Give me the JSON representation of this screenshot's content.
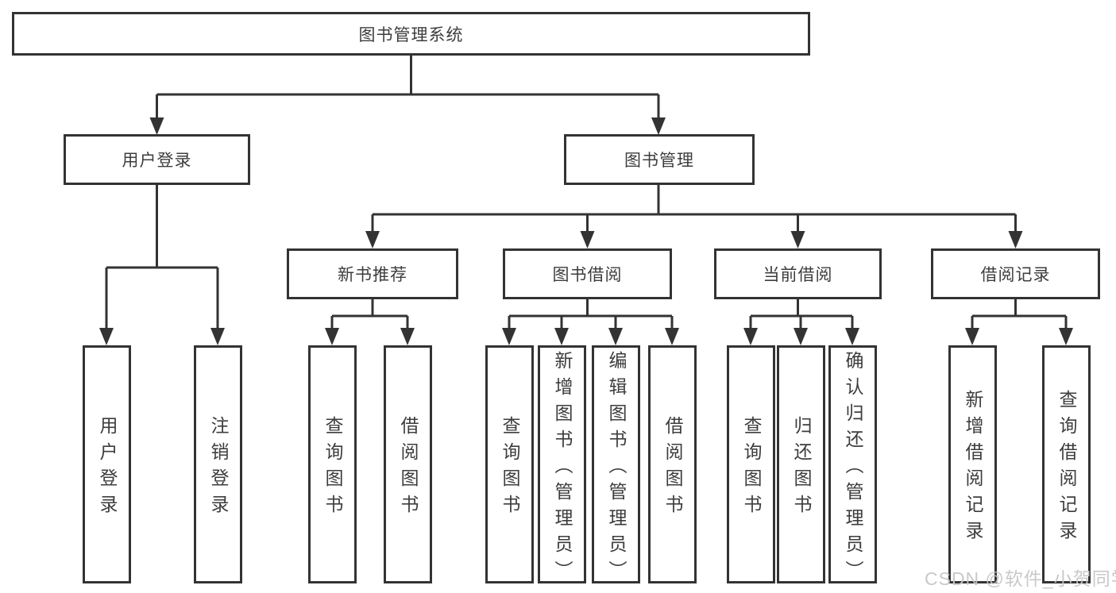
{
  "diagram": {
    "type": "hierarchy-tree",
    "tree": {
      "root": {
        "label": "图书管理系统",
        "children": [
          {
            "label": "用户登录",
            "children": [
              {
                "label": "用户登录"
              },
              {
                "label": "注销登录"
              }
            ]
          },
          {
            "label": "图书管理",
            "children": [
              {
                "label": "新书推荐",
                "children": [
                  {
                    "label": "查询图书"
                  },
                  {
                    "label": "借阅图书"
                  }
                ]
              },
              {
                "label": "图书借阅",
                "children": [
                  {
                    "label": "查询图书"
                  },
                  {
                    "label": "新增图书（管理员）"
                  },
                  {
                    "label": "编辑图书（管理员）"
                  },
                  {
                    "label": "借阅图书"
                  }
                ]
              },
              {
                "label": "当前借阅",
                "children": [
                  {
                    "label": "查询图书"
                  },
                  {
                    "label": "归还图书"
                  },
                  {
                    "label": "确认归还（管理员）"
                  }
                ]
              },
              {
                "label": "借阅记录",
                "children": [
                  {
                    "label": "新增借阅记录"
                  },
                  {
                    "label": "查询借阅记录"
                  }
                ]
              }
            ]
          }
        ]
      }
    },
    "colors": {
      "line": "#333333",
      "text": "#3d3d3d",
      "background": "#ffffff",
      "watermark": "#c6c6c6"
    }
  },
  "watermark": {
    "text": "CSDN @软件_小贺同学"
  }
}
